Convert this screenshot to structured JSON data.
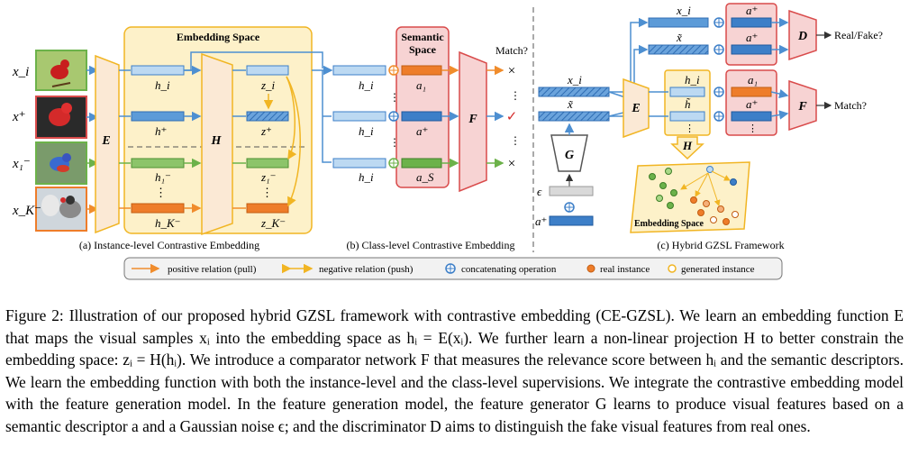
{
  "figure": {
    "panels": {
      "a": {
        "caption": "(a) Instance-level Contrastive Embedding",
        "box_title": "Embedding Space",
        "inputs": [
          "x_i",
          "x⁺",
          "x₁⁻",
          "x_K⁻"
        ],
        "encoder": "E",
        "projector": "H",
        "h_labels": [
          "h_i",
          "h⁺",
          "h₁⁻",
          "⋮",
          "h_K⁻"
        ],
        "z_labels": [
          "z_i",
          "z⁺",
          "z₁⁻",
          "⋮",
          "z_K⁻"
        ]
      },
      "b": {
        "caption": "(b) Class-level Contrastive Embedding",
        "box_title_1": "Semantic",
        "box_title_2": "Space",
        "h_labels": [
          "h_i",
          "h_i",
          "h_i"
        ],
        "a_labels": [
          "a₁",
          "a⁺",
          "a_S"
        ],
        "comparator": "F",
        "match_title": "Match?",
        "match_marks": [
          "×",
          "✓",
          "×"
        ],
        "vdots": "⋮"
      },
      "c": {
        "caption": "(c) Hybrid GZSL Framework",
        "x_top": "x_i",
        "x_tilde": "x̃",
        "a_plus_top": "a⁺",
        "a_plus_second": "a⁺",
        "discriminator": "D",
        "real_fake": "Real/Fake?",
        "input_x": "x_i",
        "input_x_tilde": "x̃",
        "encoder": "E",
        "h_label": "h_i",
        "h_tilde_label": "h̃",
        "a_labels": [
          "a₁",
          "a⁺"
        ],
        "comparator": "F",
        "match": "Match?",
        "generator": "G",
        "epsilon": "ϵ",
        "a_plus_input": "a⁺",
        "projector": "H",
        "embedding_space": "Embedding Space"
      }
    },
    "legend": {
      "positive": "positive relation (pull)",
      "negative": "negative relation (push)",
      "concat": "concatenating operation",
      "real": "real instance",
      "generated": "generated instance"
    },
    "colors": {
      "light_blue": "#bcd9f2",
      "blue": "#3d7fc8",
      "hatched_blue": "#5c9bd8",
      "orange": "#ee7d2a",
      "green": "#6cb24a",
      "red_box": "#f4c9c9",
      "red_border": "#d94b4b",
      "yellow_box": "#fdf1c9",
      "yellow_border": "#f1b523",
      "arrow_blue": "#4d8fd1",
      "arrow_green": "#6cb24a",
      "arrow_orange": "#f08c2c",
      "gray": "#bdbdbd"
    }
  },
  "caption": {
    "label": "Figure 2:",
    "text": "Illustration of our proposed hybrid GZSL framework with contrastive embedding (CE-GZSL). We learn an embedding function E that maps the visual samples xᵢ into the embedding space as hᵢ = E(xᵢ). We further learn a non-linear projection H to better constrain the embedding space: zᵢ = H(hᵢ). We introduce a comparator network F that measures the relevance score between hᵢ and the semantic descriptors. We learn the embedding function with both the instance-level and the class-level supervisions. We integrate the contrastive embedding model with the feature generation model. In the feature generation model, the feature generator G learns to produce visual features based on a semantic descriptor a and a Gaussian noise ϵ; and the discriminator D aims to distinguish the fake visual features from real ones."
  }
}
